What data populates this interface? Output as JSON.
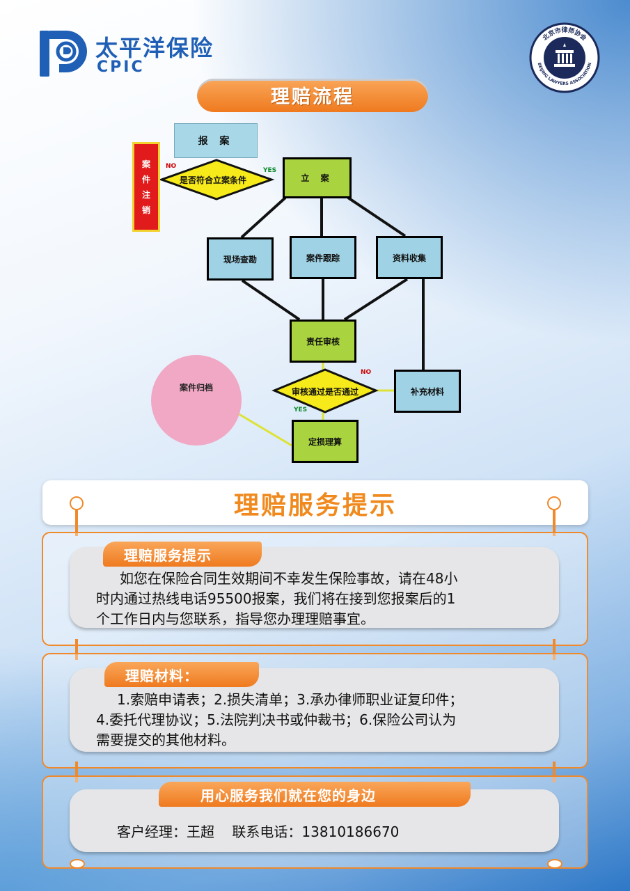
{
  "logo": {
    "cn": "太平洋保险",
    "en": "CPIC"
  },
  "seal": {
    "top_text": "北京市律师协会",
    "bottom_text": "BEIJING LAWYERS ASSOCIATION"
  },
  "title": "理赔流程",
  "flow": {
    "report": "报 案",
    "cancel": [
      "案",
      "件",
      "注",
      "销"
    ],
    "decision1": "是否符合立案条件",
    "no1": "NO",
    "yes1": "YES",
    "register": "立 案",
    "scene": "现场查勘",
    "tracking": "案件跟踪",
    "collect": "资料收集",
    "review": "责任审核",
    "decision2": "审核通过是否通过",
    "no2": "NO",
    "yes2": "YES",
    "supplement": "补充材料",
    "settle": "定损理算",
    "archive": "案件归档"
  },
  "service": {
    "heading": "理赔服务提示",
    "tip": {
      "tag": "理赔服务提示",
      "lines": [
        "如您在保险合同生效期间不幸发生保险事故，请在48小",
        "时内通过热线电话95500报案，我们将在接到您报案后的1",
        "个工作日内与您联系，指导您办理理赔事宜。"
      ]
    },
    "materials": {
      "tag": "理赔材料：",
      "lines": [
        "1.索赔申请表；2.损失清单；3.承办律师职业证复印件；",
        "4.委托代理协议；5.法院判决书或仲裁书；6.保险公司认为",
        "需要提交的其他材料。"
      ]
    },
    "contact": {
      "tag": "用心服务我们就在您的身边",
      "line": "客户经理：王超    联系电话：13810186670"
    }
  }
}
